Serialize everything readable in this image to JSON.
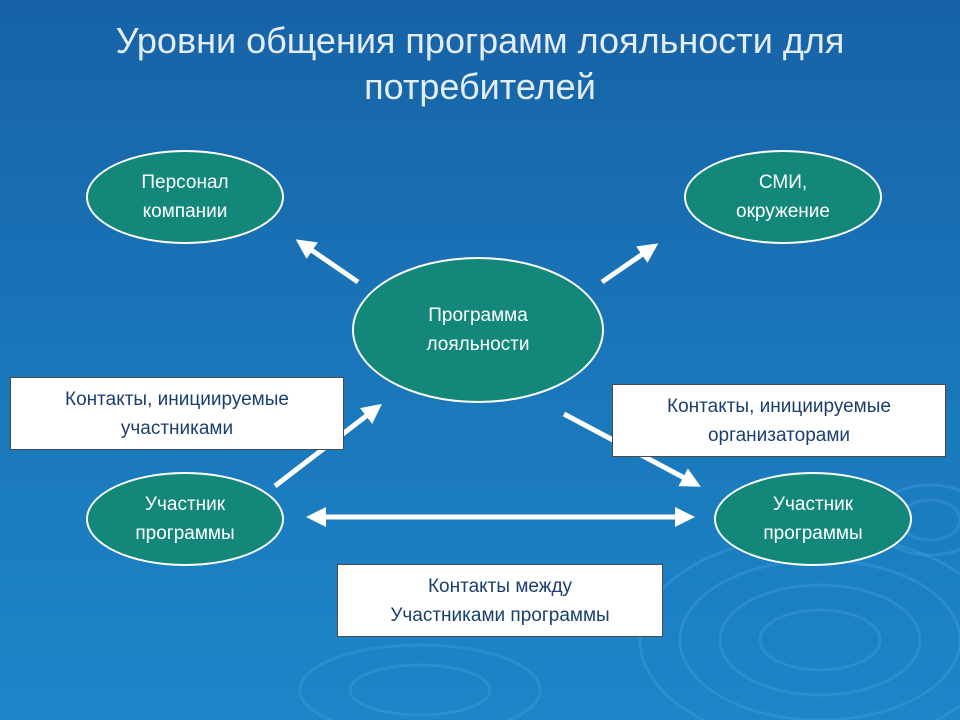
{
  "title": "Уровни общения программ лояльности для\nпотребителей",
  "nodes": {
    "personnel": "Персонал\nкомпании",
    "media": "СМИ,\nокружение",
    "program": "Программа\nлояльности",
    "participant_left": "Участник\nпрограммы",
    "participant_right": "Участник\nпрограммы"
  },
  "boxes": {
    "by_participants": "Контакты, инициируемые\nучастниками",
    "by_organizers": "Контакты, инициируемые\nорганизаторами",
    "between_participants": "Контакты между\nУчастниками программы"
  },
  "colors": {
    "background": "#1a74b8",
    "node_fill": "#13887a",
    "arrow": "#ffffff",
    "box_text": "#1a3f6e"
  }
}
